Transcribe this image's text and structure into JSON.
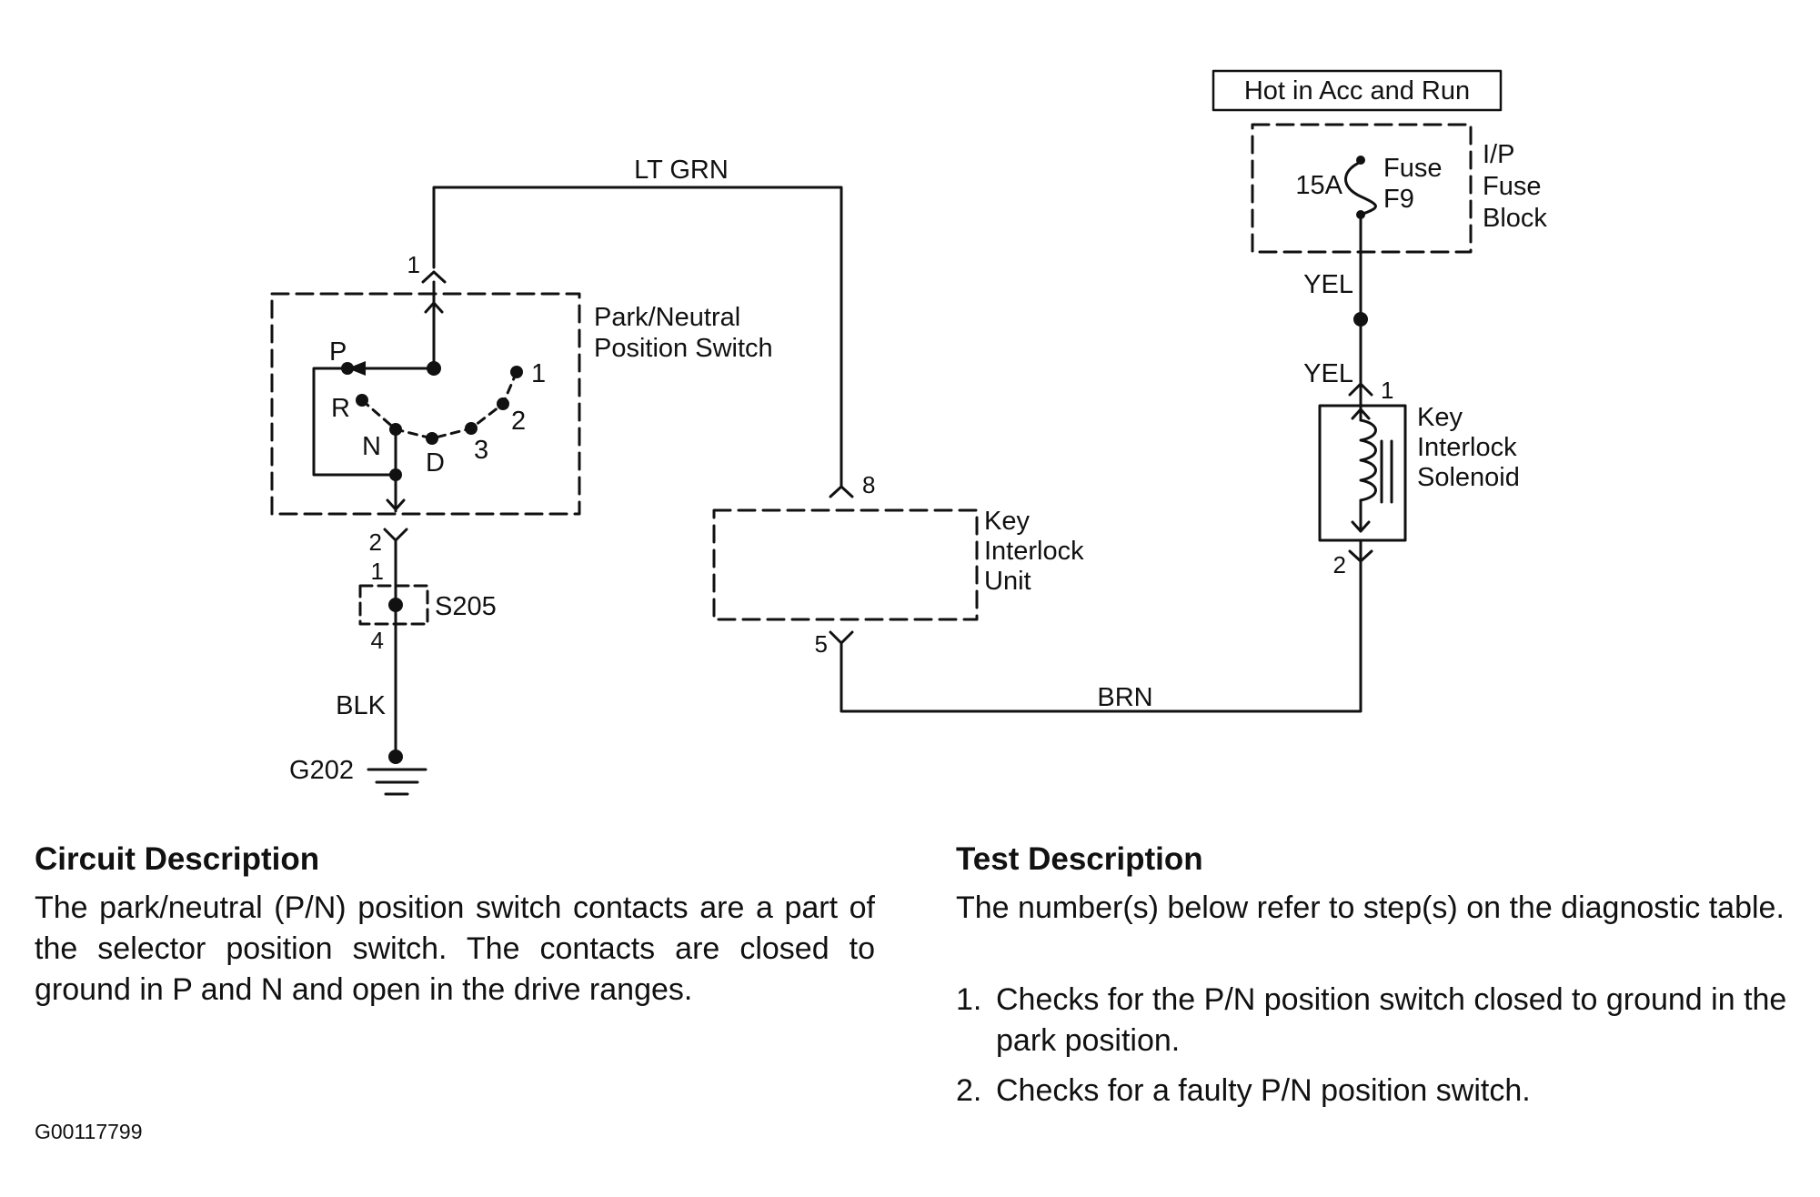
{
  "diagram": {
    "wires": {
      "lt_grn": "LT GRN",
      "brn": "BRN",
      "blk": "BLK",
      "yel_upper": "YEL",
      "yel_lower": "YEL"
    },
    "power_source": "Hot in Acc and Run",
    "fuse": {
      "rating": "15A",
      "name_line1": "Fuse",
      "name_line2": "F9"
    },
    "fuse_block": [
      "I/P",
      "Fuse",
      "Block"
    ],
    "pn_switch": {
      "label": [
        "Park/Neutral",
        "Position Switch"
      ],
      "positions": [
        "P",
        "R",
        "N",
        "D",
        "3",
        "2",
        "1"
      ],
      "pins": {
        "top": "1",
        "bottom": "2"
      }
    },
    "splice": {
      "name": "S205",
      "pin_in": "1",
      "pin_out": "4"
    },
    "ground": "G202",
    "key_interlock_unit": {
      "label": [
        "Key",
        "Interlock",
        "Unit"
      ],
      "pins": {
        "in": "8",
        "out": "5"
      }
    },
    "solenoid": {
      "label": [
        "Key",
        "Interlock",
        "Solenoid"
      ],
      "pins": {
        "top": "1",
        "bottom": "2"
      }
    }
  },
  "circuit_description": {
    "heading": "Circuit Description",
    "body": "The park/neutral (P/N) position switch contacts are a part of the selector position switch. The contacts are closed to ground in P and N and open in the drive ranges."
  },
  "test_description": {
    "heading": "Test Description",
    "intro": "The number(s) below refer to step(s) on the diagnostic table.",
    "items": [
      {
        "num": "1.",
        "text": "Checks for the P/N position switch closed to ground in the park position."
      },
      {
        "num": "2.",
        "text": "Checks for a faulty P/N position switch."
      }
    ]
  },
  "figure_code": "G00117799"
}
